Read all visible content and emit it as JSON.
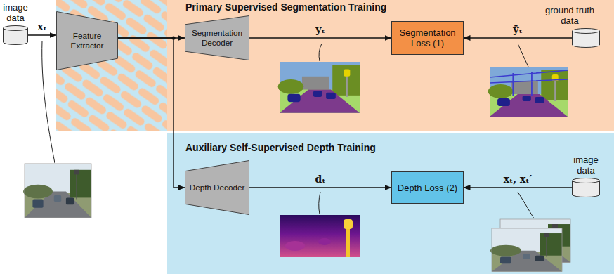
{
  "diagram": {
    "nodes": [
      {
        "text": [
          "image data"
        ]
      },
      {
        "text": [
          "Feature Extractor"
        ]
      },
      {
        "text": [
          "Primary Supervised Segmentation Training"
        ]
      },
      {
        "text": [
          "Segmentation Decoder"
        ],
        "in": 2
      },
      {
        "text": [
          "Segmentation Loss (1)"
        ],
        "in": 2
      },
      {
        "text": [
          "ground truth data"
        ],
        "in": 2
      },
      {
        "text": [
          "Auxiliary Self-Supervised Depth Training"
        ]
      },
      {
        "text": [
          "Depth Decoder"
        ],
        "in": 6
      },
      {
        "text": [
          "Depth Loss (2)"
        ],
        "in": 6
      },
      {
        "text": [
          "image data"
        ],
        "in": 6
      }
    ],
    "edges": [
      {
        "from": 0,
        "to": 1,
        "arrow": "to",
        "label": "xₜ"
      },
      {
        "from": 1,
        "to": 3,
        "arrow": "to"
      },
      {
        "from": 1,
        "to": 7,
        "arrow": "to"
      },
      {
        "from": 3,
        "to": 4,
        "arrow": "to",
        "label": "yₜ"
      },
      {
        "from": 5,
        "to": 4,
        "arrow": "to",
        "label": "ȳₜ"
      },
      {
        "from": 7,
        "to": 8,
        "arrow": "to",
        "label": "dₜ"
      },
      {
        "from": 9,
        "to": 8,
        "arrow": "to",
        "label": "xₜ, xₜ′"
      }
    ]
  }
}
